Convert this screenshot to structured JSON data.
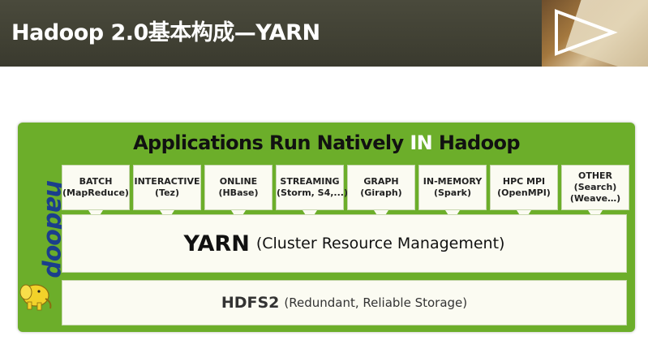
{
  "slide": {
    "title": "Hadoop 2.0基本构成—YARN"
  },
  "diagram": {
    "banner_pre": "Applications Run Natively ",
    "banner_highlight": "IN",
    "banner_post": " Hadoop",
    "logo_text": "hadoop",
    "apps": [
      {
        "line1": "BATCH",
        "line2": "(MapReduce)",
        "line3": ""
      },
      {
        "line1": "INTERACTIVE",
        "line2": "(Tez)",
        "line3": ""
      },
      {
        "line1": "ONLINE",
        "line2": "(HBase)",
        "line3": ""
      },
      {
        "line1": "STREAMING",
        "line2": "(Storm, S4,...)",
        "line3": ""
      },
      {
        "line1": "GRAPH",
        "line2": "(Giraph)",
        "line3": ""
      },
      {
        "line1": "IN-MEMORY",
        "line2": "(Spark)",
        "line3": ""
      },
      {
        "line1": "HPC MPI",
        "line2": "(OpenMPI)",
        "line3": ""
      },
      {
        "line1": "OTHER",
        "line2": "(Search)",
        "line3": "(Weave…)"
      }
    ],
    "yarn": {
      "name": "YARN",
      "desc": "(Cluster Resource Management)"
    },
    "hdfs": {
      "name": "HDFS2",
      "desc": "(Redundant, Reliable Storage)"
    }
  },
  "colors": {
    "panel_green": "#6cae2a",
    "box_fill": "#fbfbf2",
    "title_bar": "#3f3f33",
    "logo_yellow": "#f2d22a"
  }
}
